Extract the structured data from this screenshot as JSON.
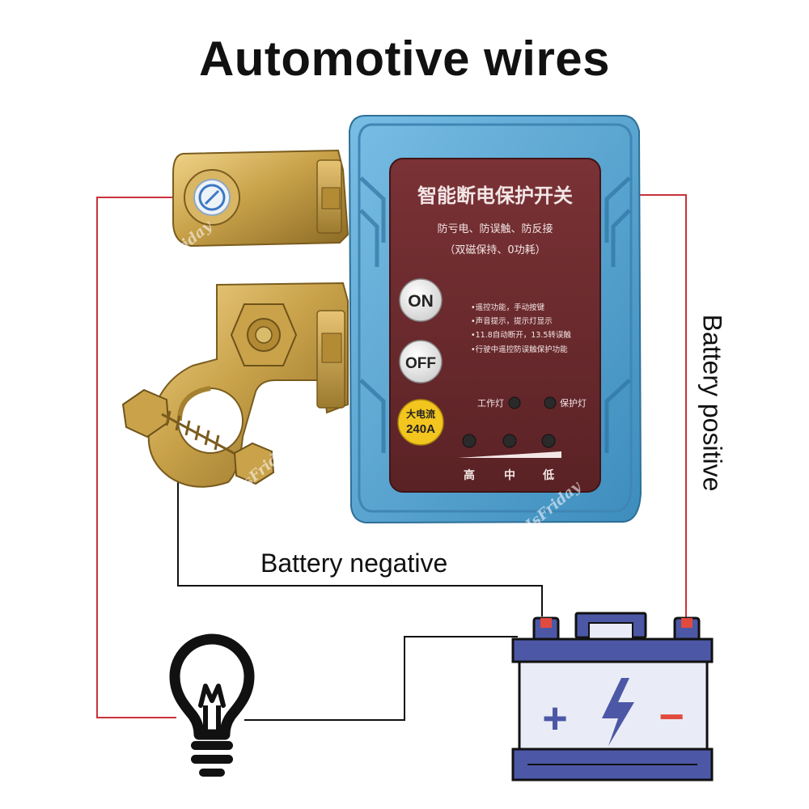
{
  "title": "Automotive wires",
  "labels": {
    "battery_negative": "Battery negative",
    "battery_positive": "Battery positive"
  },
  "device": {
    "panel_title": "智能断电保护开关",
    "features": "防亏电、防误触、防反接",
    "features_note": "（双磁保持、0功耗）",
    "on_button": "ON",
    "off_button": "OFF",
    "current_rating_label": "大电流",
    "current_rating_value": "240A",
    "spec_lines": [
      "•遥控功能，手动按键",
      "•声音提示，提示灯显示",
      "•11.8自动断开，13.5转误触",
      "•行驶中遥控防误触保护功能"
    ],
    "work_light_label": "工作灯",
    "protect_light_label": "保护灯",
    "level_labels": [
      "高",
      "中",
      "低"
    ]
  },
  "watermark": "IsFriday",
  "battery": {
    "plus_symbol": "+",
    "minus_symbol": "−"
  },
  "colors": {
    "wire_positive": "#c8323c",
    "wire_negative": "#111111",
    "device_blue": "#5aa7d4",
    "panel_maroon": "#6b2a2d",
    "brass": "#c9a24a",
    "battery_body": "#e9ecf6",
    "battery_frame": "#3d4a9c",
    "terminal_red": "#e24a3e"
  }
}
